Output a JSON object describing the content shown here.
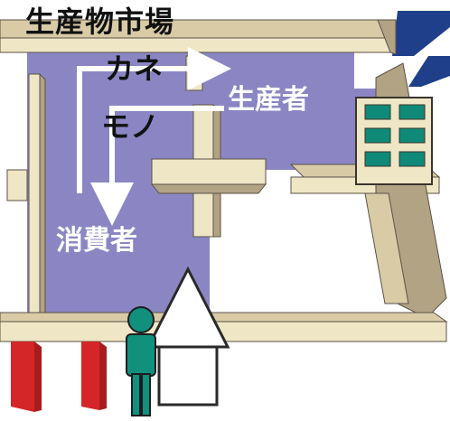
{
  "diagram": {
    "title": "生産物市場",
    "flow_money": "カネ",
    "flow_goods": "モノ",
    "node_producer": "生産者",
    "node_consumer": "消費者"
  },
  "colors": {
    "market_area": "#8b86c3",
    "wall_light": "#efe6c6",
    "wall_mid": "#d8cba6",
    "wall_dark": "#b2a384",
    "outline": "#5a5246",
    "roof_navy": "#1f3f8a",
    "pillar_red": "#d42628",
    "person_teal": "#12907e",
    "window_teal": "#0f8a78",
    "arrow": "#ffffff",
    "text_dark": "#111111",
    "text_light": "#ffffff"
  },
  "icons": {
    "person": "person-icon",
    "house": "house-icon",
    "building": "office-building-icon"
  }
}
